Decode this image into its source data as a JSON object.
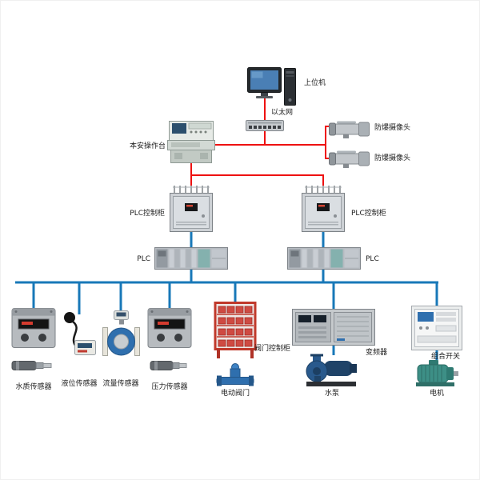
{
  "colors": {
    "ethernet_line": "#ee1111",
    "fieldbus_line": "#1878b8"
  },
  "labels": {
    "host": "上位机",
    "ethernet": "以太网",
    "camera1": "防爆摄像头",
    "camera2": "防爆摄像头",
    "console": "本安操作台",
    "plc_cabinet_left": "PLC控制柜",
    "plc_cabinet_right": "PLC控制柜",
    "plc_left": "PLC",
    "plc_right": "PLC",
    "water_quality_sensor": "水质传感器",
    "level_sensor": "液位传感器",
    "flow_sensor": "流量传感器",
    "pressure_sensor": "压力传感器",
    "valve_control_cabinet": "阀门控制柜",
    "electric_valve": "电动阀门",
    "inverter": "变频器",
    "water_pump": "水泵",
    "combination_switch": "组合开关",
    "motor": "电机"
  }
}
